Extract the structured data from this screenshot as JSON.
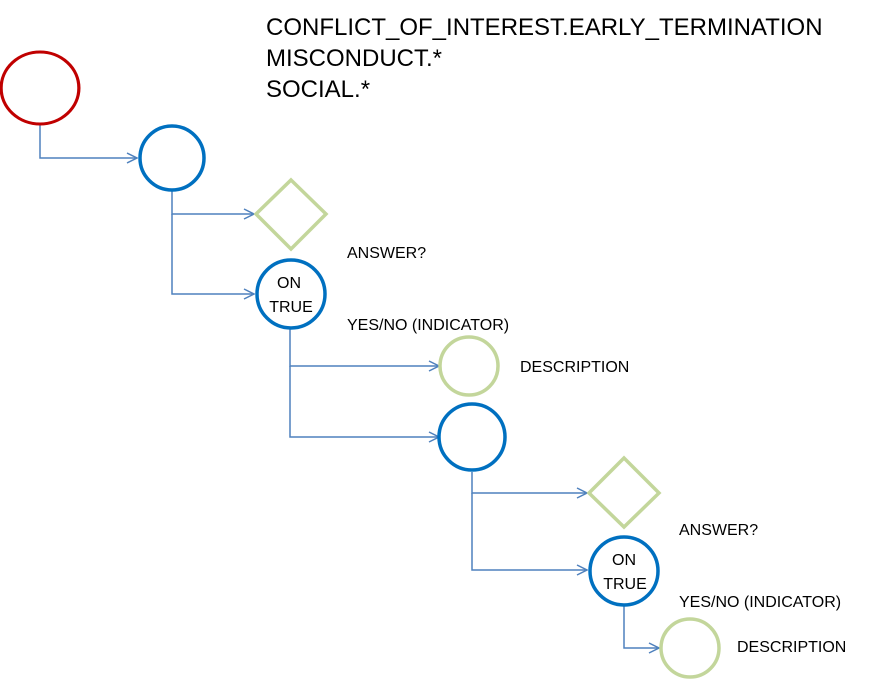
{
  "header": {
    "lines": [
      "CONFLICT_OF_INTEREST.EARLY_TERMINATION",
      "MISCONDUCT.*",
      "SOCIAL.*"
    ]
  },
  "nodes": {
    "on_true_1": {
      "line1": "ON",
      "line2": "TRUE"
    },
    "on_true_2": {
      "line1": "ON",
      "line2": "TRUE"
    }
  },
  "labels": {
    "answer_1": {
      "line1": "ANSWER?",
      "line2": "YES/NO (INDICATOR)"
    },
    "description_1": "DESCRIPTION",
    "answer_2": {
      "line1": "ANSWER?",
      "line2": "YES/NO (INDICATOR)"
    },
    "description_2": "DESCRIPTION"
  },
  "colors": {
    "root": "#C00000",
    "node": "#0070C0",
    "leaf": "#C3D69B",
    "connector": "#4F81BD"
  }
}
